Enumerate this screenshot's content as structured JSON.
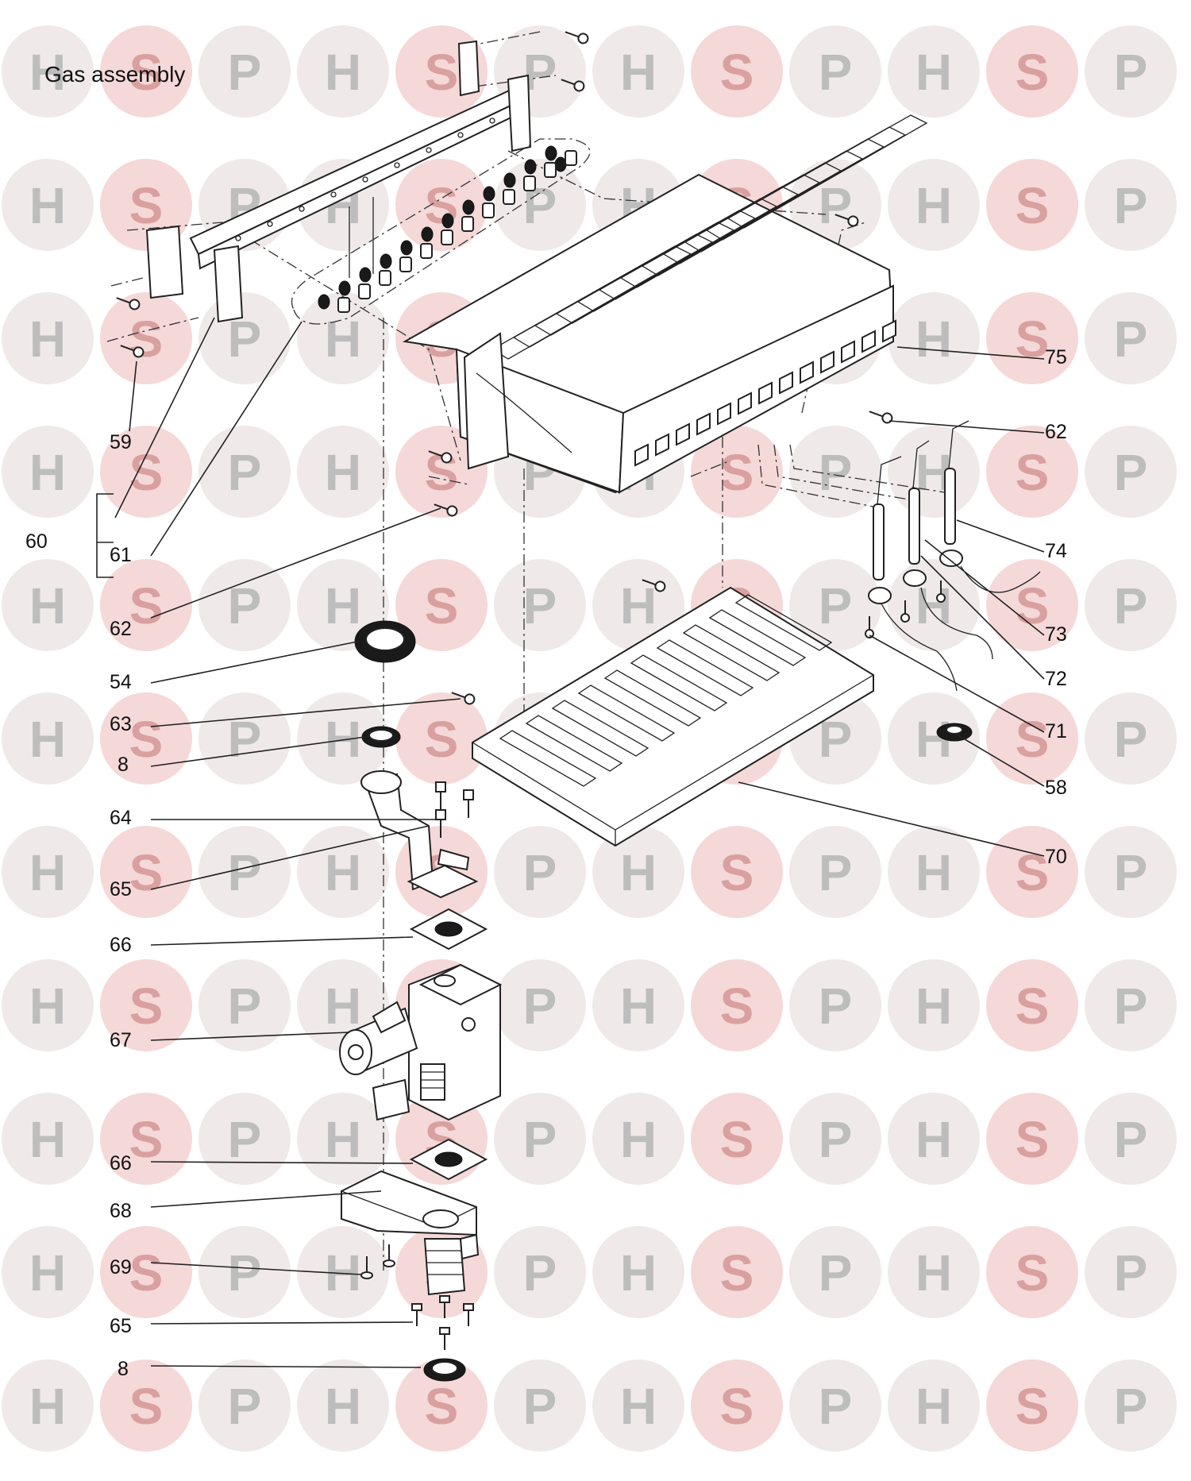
{
  "diagram": {
    "title": "Gas assembly",
    "watermark": {
      "letters": [
        "H",
        "S",
        "P"
      ],
      "letter_color": "#bdbdbd",
      "s_color": "#d9a0a0"
    },
    "callouts": [
      {
        "id": "c75",
        "label": "75"
      },
      {
        "id": "c62a",
        "label": "62"
      },
      {
        "id": "c74",
        "label": "74"
      },
      {
        "id": "c73",
        "label": "73"
      },
      {
        "id": "c72",
        "label": "72"
      },
      {
        "id": "c71",
        "label": "71"
      },
      {
        "id": "c58",
        "label": "58"
      },
      {
        "id": "c70",
        "label": "70"
      },
      {
        "id": "c59",
        "label": "59"
      },
      {
        "id": "c60",
        "label": "60"
      },
      {
        "id": "c61",
        "label": "61"
      },
      {
        "id": "c62b",
        "label": "62"
      },
      {
        "id": "c54",
        "label": "54"
      },
      {
        "id": "c63",
        "label": "63"
      },
      {
        "id": "c8a",
        "label": "8"
      },
      {
        "id": "c64",
        "label": "64"
      },
      {
        "id": "c65a",
        "label": "65"
      },
      {
        "id": "c66a",
        "label": "66"
      },
      {
        "id": "c67",
        "label": "67"
      },
      {
        "id": "c66b",
        "label": "66"
      },
      {
        "id": "c68",
        "label": "68"
      },
      {
        "id": "c69",
        "label": "69"
      },
      {
        "id": "c65b",
        "label": "65"
      },
      {
        "id": "c8b",
        "label": "8"
      }
    ]
  }
}
